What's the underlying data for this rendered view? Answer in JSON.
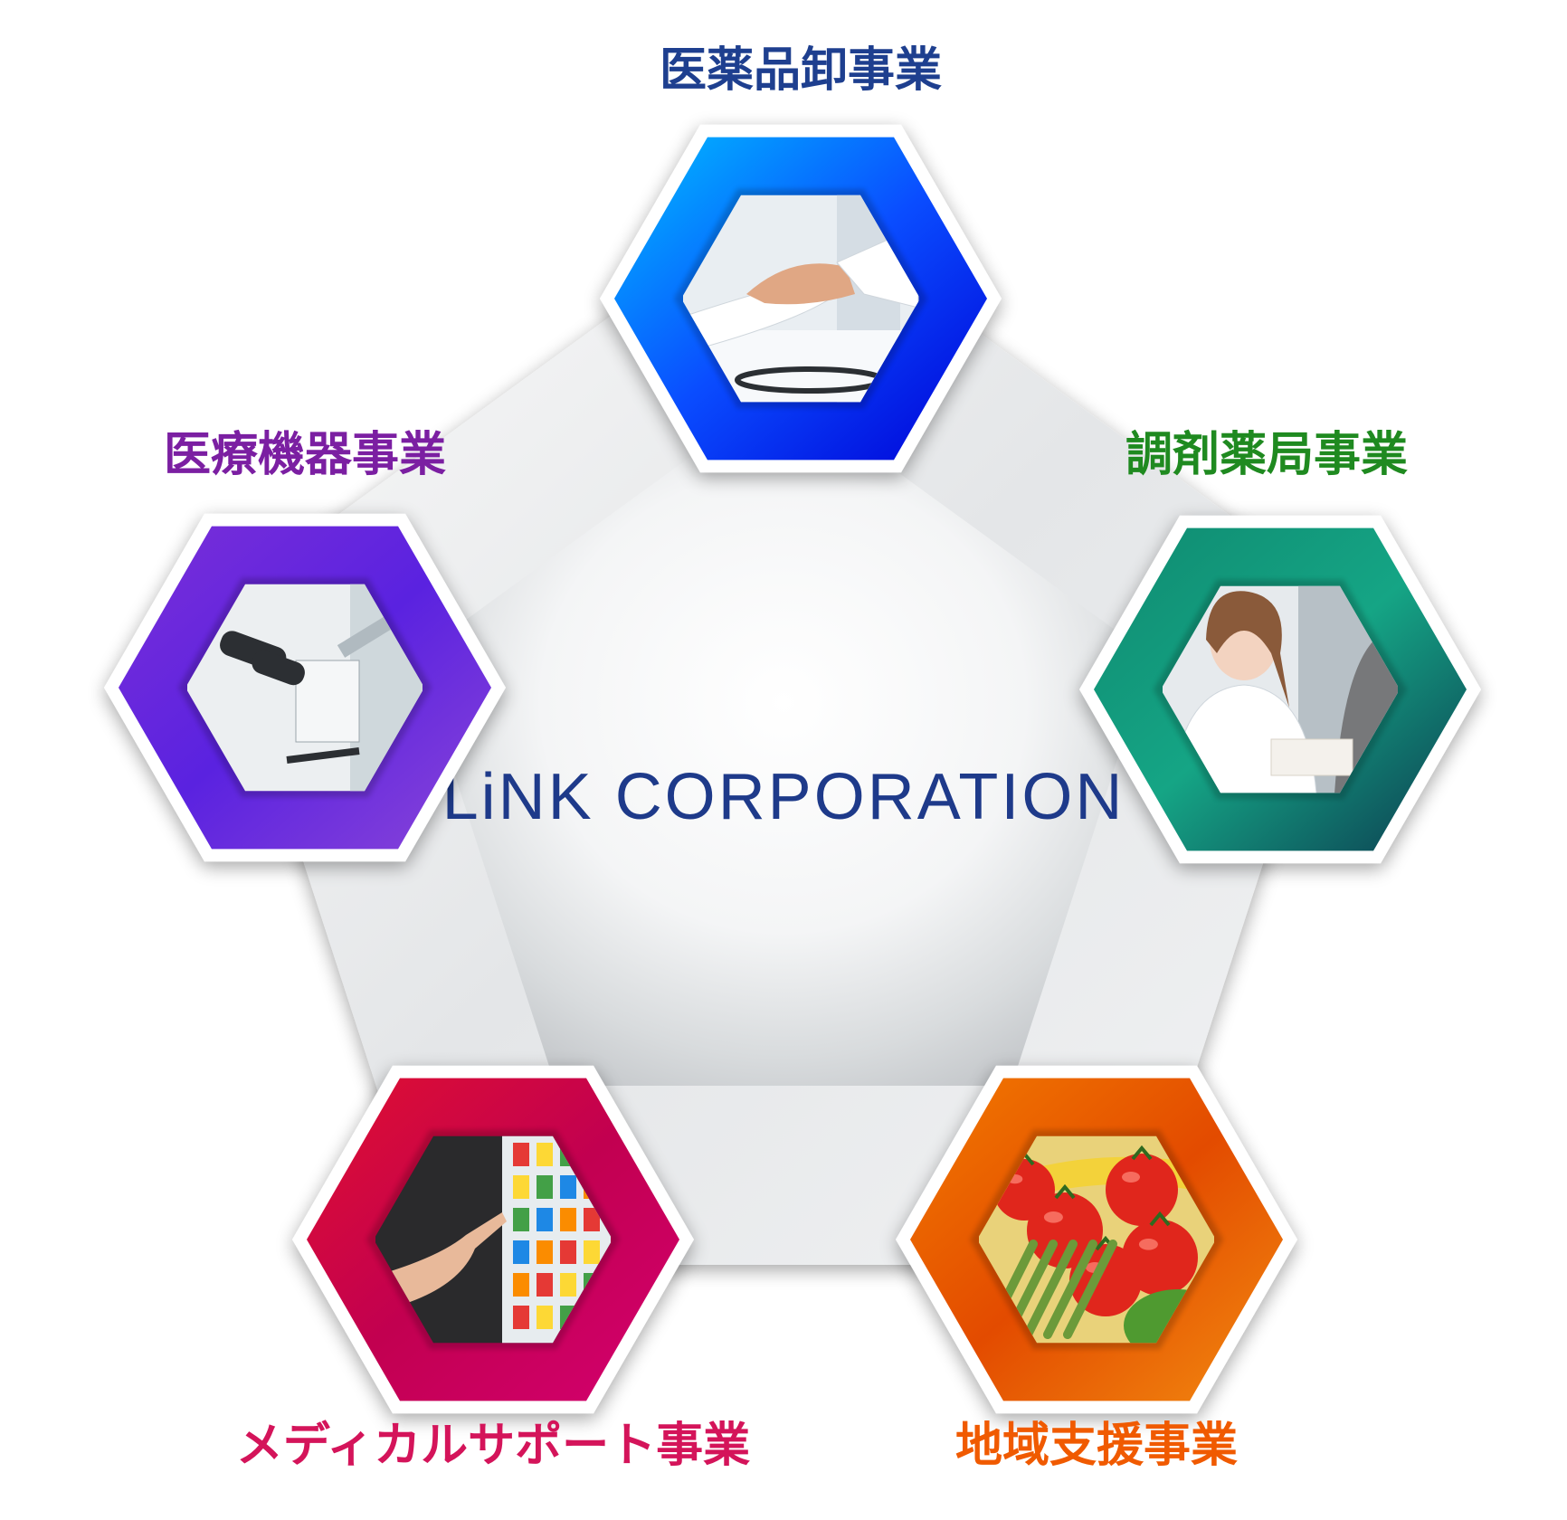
{
  "center": {
    "title": "LiNK CORPORATION",
    "color": "#1e3a8a"
  },
  "segments": [
    {
      "id": "pharma-wholesale",
      "label": "医薬品卸事業",
      "label_color": "#1e3f8f",
      "gradient": [
        "#00bfff",
        "#0a4dff",
        "#0000d6"
      ],
      "photo_theme": "handshake",
      "icon": "handshake-photo-icon"
    },
    {
      "id": "dispensing-pharmacy",
      "label": "調剤薬局事業",
      "label_color": "#1f8a20",
      "gradient": [
        "#0f8a70",
        "#15a585",
        "#0c3a4f"
      ],
      "photo_theme": "pharmacist",
      "icon": "pharmacist-photo-icon"
    },
    {
      "id": "regional-support",
      "label": "地域支援事業",
      "label_color": "#f05a00",
      "gradient": [
        "#f27a00",
        "#e34b00",
        "#f28a10"
      ],
      "photo_theme": "vegetables",
      "icon": "vegetables-photo-icon"
    },
    {
      "id": "medical-support",
      "label": "メディカルサポート事業",
      "label_color": "#d4145a",
      "gradient": [
        "#e01030",
        "#c20050",
        "#d40070"
      ],
      "photo_theme": "vending-machine",
      "icon": "vending-machine-photo-icon"
    },
    {
      "id": "medical-devices",
      "label": "医療機器事業",
      "label_color": "#7b1fa2",
      "gradient": [
        "#7b2fd8",
        "#5a22e0",
        "#8a45d8"
      ],
      "photo_theme": "microscope",
      "icon": "microscope-photo-icon"
    }
  ]
}
